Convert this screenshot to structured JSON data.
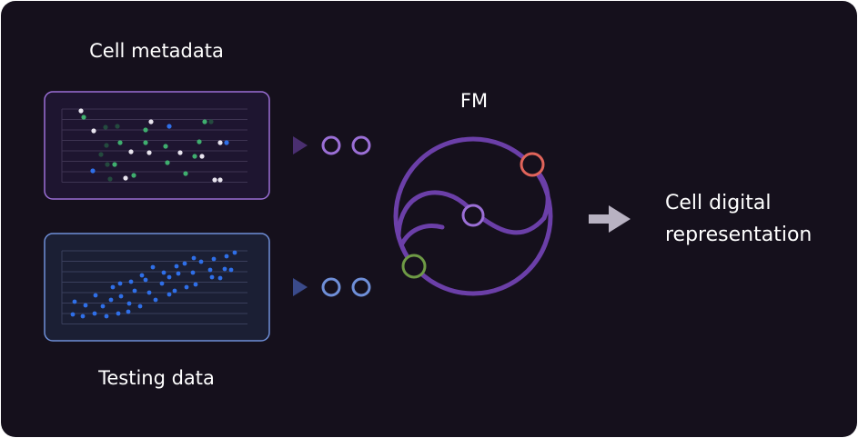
{
  "labels": {
    "cell_metadata": "Cell metadata",
    "testing_data": "Testing data",
    "fm": "FM",
    "output_line1": "Cell digital",
    "output_line2": "representation"
  },
  "colors": {
    "background": "#15101c",
    "metadata_accent": "#9b6fd6",
    "testing_accent": "#6f8fd8",
    "fm_ring": "#6b3fa8",
    "node_red": "#e0645a",
    "node_green": "#6e9a45",
    "node_purple": "#9b6fd6",
    "arrow": "#b8b2c2",
    "dot_white": "#e8e4ee",
    "dot_green": "#3fae6e",
    "dot_blue": "#2f6fe8",
    "dot_dark": "#244a3e"
  },
  "icons": {
    "metadata_flow": "play-triangle-icon",
    "testing_flow": "play-triangle-icon",
    "output_arrow": "arrow-right-icon",
    "fm_symbol": "yin-yang-ring-icon"
  }
}
